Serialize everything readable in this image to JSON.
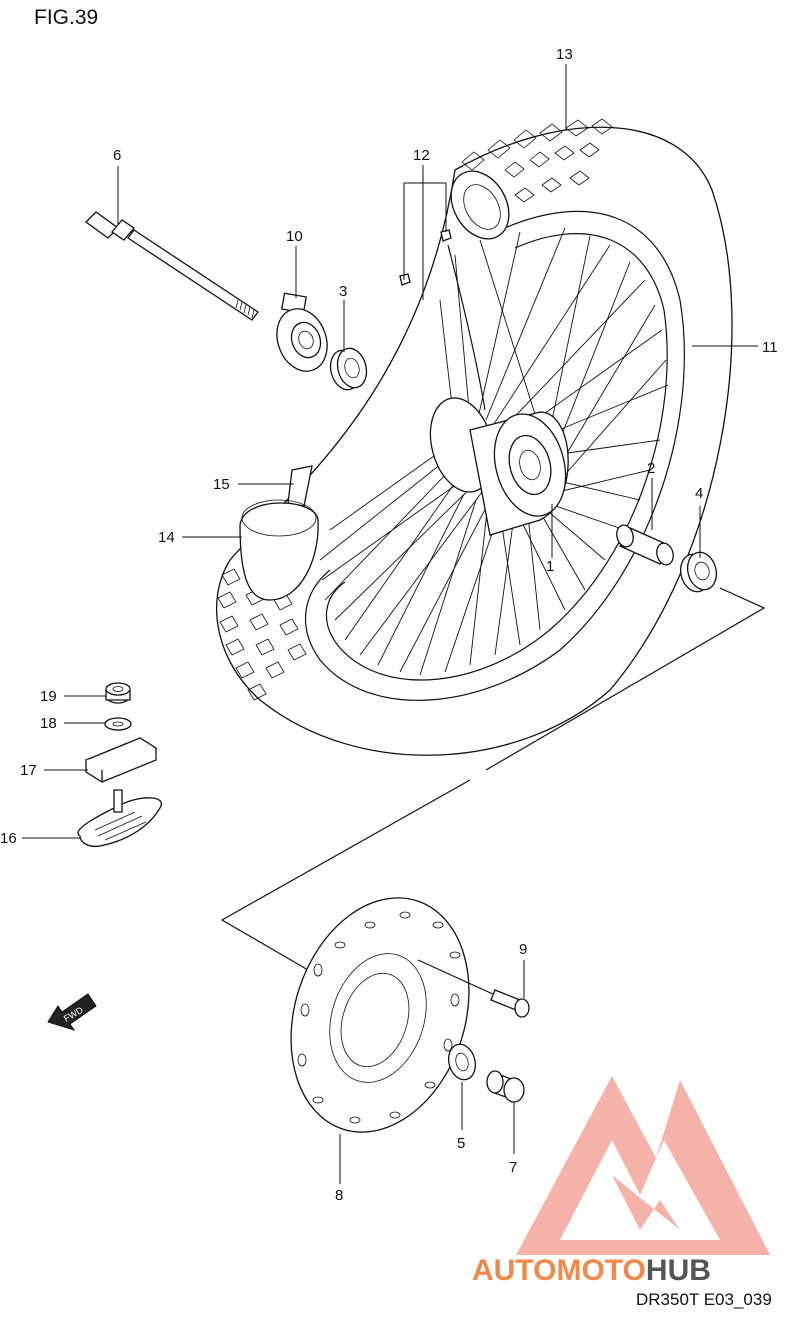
{
  "figure_title": "FIG.39",
  "model_code": "DR350T E03_039",
  "fwd_badge": "FWD",
  "watermark": {
    "brand_part1": "AUTOMOTO",
    "brand_part2": "HUB",
    "color_primary": "#f4a59a",
    "color_secondary": "#e8542f",
    "color_dark": "#555555"
  },
  "callouts": {
    "p1": "1",
    "p2": "2",
    "p3": "3",
    "p4": "4",
    "p5": "5",
    "p6": "6",
    "p7": "7",
    "p8": "8",
    "p9": "9",
    "p10": "10",
    "p11": "11",
    "p12": "12",
    "p13": "13",
    "p14": "14",
    "p15": "15",
    "p16": "16",
    "p17": "17",
    "p18": "18",
    "p19": "19"
  }
}
